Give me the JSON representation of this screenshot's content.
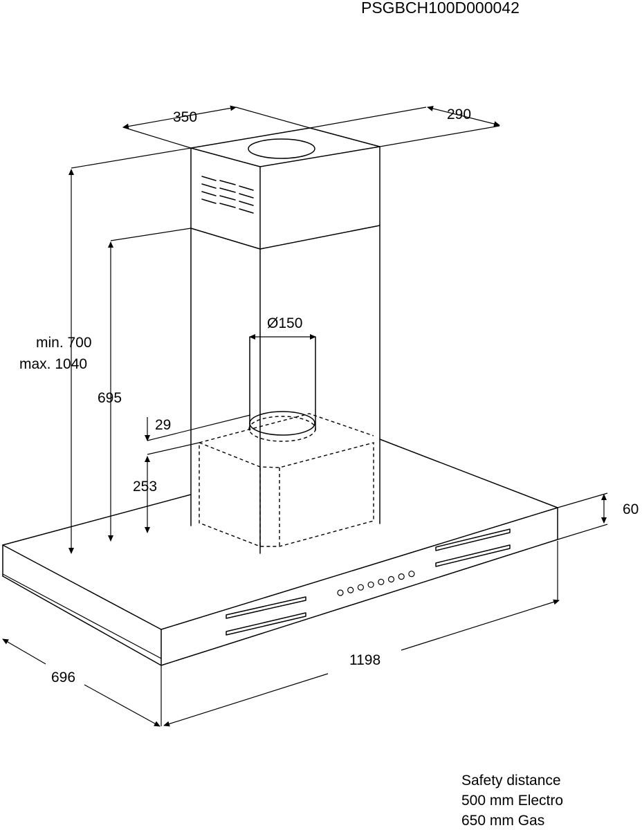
{
  "document_code": "PSGBCH100D000042",
  "dimensions": {
    "chimney_width": "350",
    "chimney_depth": "290",
    "duct_diameter": "Ø150",
    "height_min": "min. 700",
    "height_max": "max. 1040",
    "height_695": "695",
    "offset_29": "29",
    "height_253": "253",
    "canopy_thickness": "60",
    "hood_width": "1198",
    "hood_depth": "696"
  },
  "notes": {
    "safety_title": "Safety distance",
    "safety_electro": "500 mm Electro",
    "safety_gas": "650 mm Gas"
  },
  "control_panel": {
    "button_count": 8
  }
}
